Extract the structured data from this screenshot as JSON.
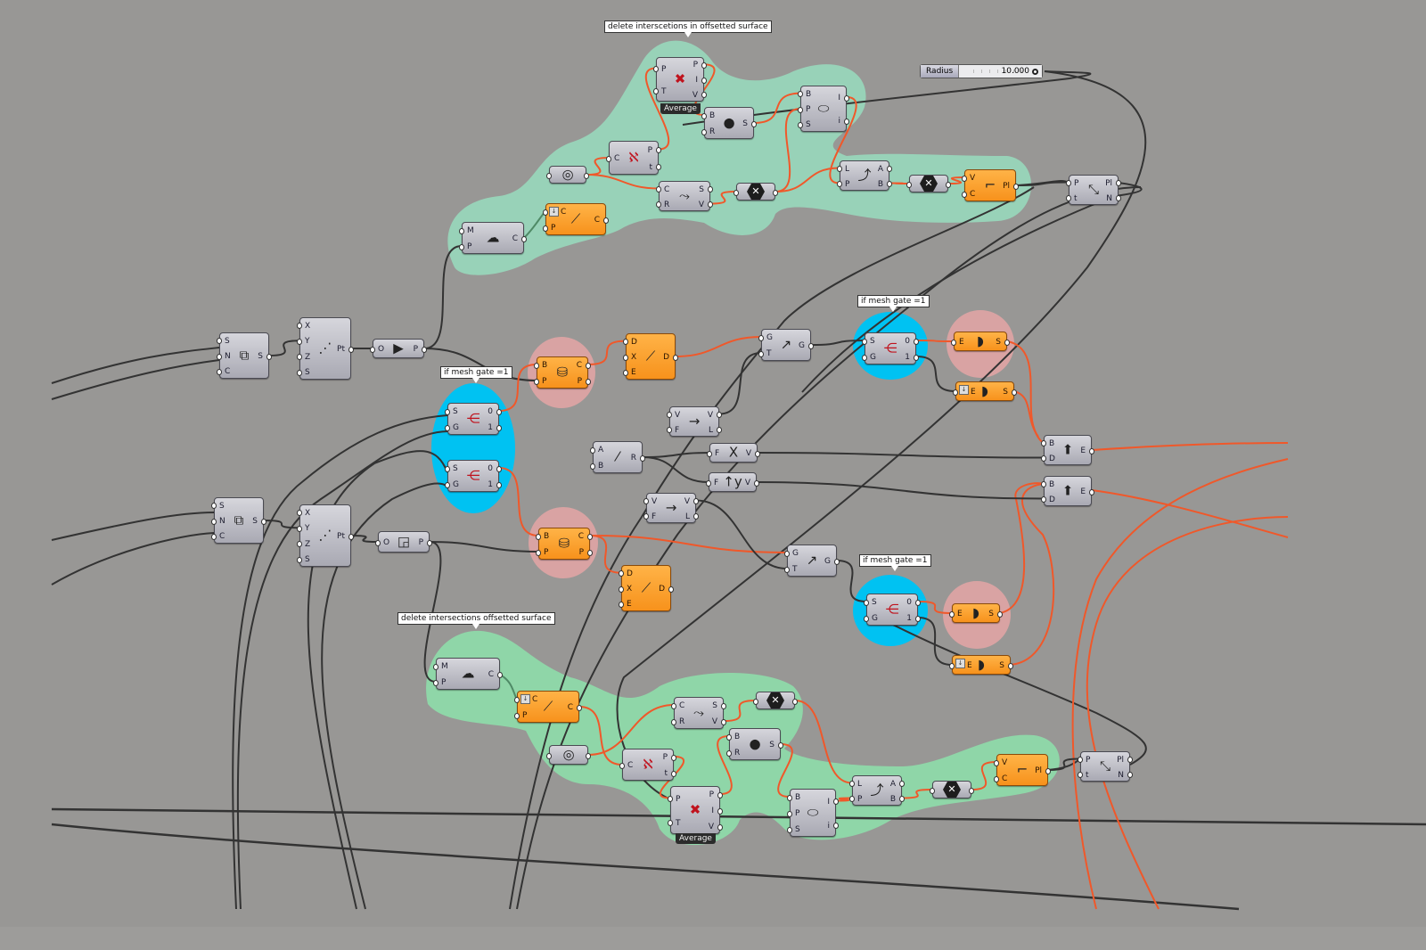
{
  "canvas": {
    "background": "#989795",
    "wire_dark": "#333333",
    "wire_selected": "#f0582a",
    "group_green": "#8fd6a8",
    "group_teal": "#98d2b8",
    "group_blue": "#00c2f2",
    "group_pink": "#d9a3a3"
  },
  "callouts": [
    {
      "id": "c1",
      "text": "delete interscetions in offsetted surface"
    },
    {
      "id": "c2",
      "text": "if mesh gate =1"
    },
    {
      "id": "c3",
      "text": "if mesh gate =1"
    },
    {
      "id": "c4",
      "text": "if mesh gate =1"
    },
    {
      "id": "c5",
      "text": "delete intersections offsetted surface"
    }
  ],
  "slider": {
    "label": "Radius",
    "value": "10.000"
  },
  "badges": {
    "top": "Average",
    "bottom": "Average"
  },
  "nodes": [
    {
      "id": "n_cull_top",
      "name": "cull-duplicates-component",
      "icon": "cull-points-icon",
      "glyph": "✖",
      "inputs": [
        "P",
        "T"
      ],
      "outputs": [
        "P",
        "I",
        "V"
      ]
    },
    {
      "id": "n_sphere_top",
      "name": "sphere-component",
      "icon": "sphere-icon",
      "glyph": "●",
      "inputs": [
        "B",
        "R"
      ],
      "outputs": [
        "S"
      ]
    },
    {
      "id": "n_pointin_top",
      "name": "point-in-brep-component",
      "icon": "point-in-brep-icon",
      "glyph": "⬭",
      "inputs": [
        "B",
        "P",
        "S"
      ],
      "outputs": [
        "I",
        "i"
      ]
    },
    {
      "id": "n_selfx_top",
      "name": "curve-self-intersection-component",
      "icon": "curve-self-x-icon",
      "glyph": "ℵ",
      "inputs": [
        "C"
      ],
      "outputs": [
        "P",
        "t"
      ]
    },
    {
      "id": "n_flatten_top",
      "name": "flatten-param",
      "icon": "flatten-icon",
      "glyph": "◎",
      "inputs": [],
      "outputs": []
    },
    {
      "id": "n_shatter_top",
      "name": "shatter-component",
      "icon": "shatter-icon",
      "glyph": "⤳",
      "inputs": [
        "C",
        "R"
      ],
      "outputs": [
        "S",
        "V"
      ]
    },
    {
      "id": "n_x_top",
      "name": "relay-x-param",
      "icon": "hexagon-x-icon",
      "glyph": "✕",
      "inputs": [],
      "outputs": []
    },
    {
      "id": "n_listitem_top",
      "name": "split-list-component",
      "icon": "split-list-icon",
      "glyph": "⤴",
      "inputs": [
        "L",
        "P"
      ],
      "outputs": [
        "A",
        "B"
      ]
    },
    {
      "id": "n_x2_top",
      "name": "relay-x-param",
      "icon": "hexagon-x-icon",
      "glyph": "✕",
      "inputs": [],
      "outputs": []
    },
    {
      "id": "n_polyline_top",
      "name": "polyline-component",
      "icon": "polyline-icon",
      "glyph": "⌐",
      "inputs": [
        "V",
        "C"
      ],
      "outputs": [
        "Pl"
      ]
    },
    {
      "id": "n_perp_top",
      "name": "perp-frame-component",
      "icon": "perp-frame-icon",
      "glyph": "⤡",
      "inputs": [
        "P",
        "t"
      ],
      "outputs": [
        "Pl",
        "N"
      ]
    },
    {
      "id": "n_meshx_top",
      "name": "mesh-plane-section-component",
      "icon": "mesh-section-icon",
      "glyph": "☁",
      "inputs": [
        "M",
        "P"
      ],
      "outputs": [
        "C"
      ]
    },
    {
      "id": "n_join_top",
      "name": "join-curves-component",
      "icon": "join-curves-icon",
      "glyph": "⟋",
      "inputs": [
        "C",
        "P"
      ],
      "outputs": [
        "C"
      ]
    },
    {
      "id": "n_series1",
      "name": "series-component",
      "icon": "series-icon",
      "glyph": "⧉",
      "inputs": [
        "S",
        "N",
        "C"
      ],
      "outputs": [
        "S"
      ]
    },
    {
      "id": "n_pt1",
      "name": "construct-point-component",
      "icon": "xyz-point-icon",
      "glyph": "⋰",
      "inputs": [
        "X",
        "Y",
        "Z",
        "S"
      ],
      "outputs": [
        "Pt"
      ]
    },
    {
      "id": "n_yz",
      "name": "yz-plane-component",
      "icon": "yz-plane-icon",
      "glyph": "▶",
      "inputs": [
        "O"
      ],
      "outputs": [
        "P"
      ]
    },
    {
      "id": "n_gate1",
      "name": "dispatch-component",
      "icon": "dispatch-icon",
      "glyph": "⋲",
      "inputs": [
        "S",
        "G"
      ],
      "outputs": [
        "0",
        "1"
      ]
    },
    {
      "id": "n_gate2",
      "name": "dispatch-component",
      "icon": "dispatch-icon",
      "glyph": "⋲",
      "inputs": [
        "S",
        "G"
      ],
      "outputs": [
        "0",
        "1"
      ]
    },
    {
      "id": "n_bsec1",
      "name": "brep-plane-section-component",
      "icon": "brep-section-icon",
      "glyph": "⛁",
      "inputs": [
        "B",
        "P"
      ],
      "outputs": [
        "C",
        "P"
      ]
    },
    {
      "id": "n_divide1",
      "name": "divide-distance-component",
      "icon": "saw-icon",
      "glyph": "⟋",
      "inputs": [
        "D",
        "X",
        "E"
      ],
      "outputs": [
        "D"
      ]
    },
    {
      "id": "n_move1",
      "name": "move-component",
      "icon": "move-icon",
      "glyph": "↗",
      "inputs": [
        "G",
        "T"
      ],
      "outputs": [
        "G"
      ]
    },
    {
      "id": "n_gate3",
      "name": "dispatch-component",
      "icon": "dispatch-icon",
      "glyph": "⋲",
      "inputs": [
        "S",
        "G"
      ],
      "outputs": [
        "0",
        "1"
      ]
    },
    {
      "id": "n_loft1",
      "name": "edge-surface-component",
      "icon": "edge-surface-icon",
      "glyph": "◗",
      "inputs": [
        "E"
      ],
      "outputs": [
        "S"
      ]
    },
    {
      "id": "n_loft2",
      "name": "edge-surface-component",
      "icon": "edge-surface-icon",
      "glyph": "◗",
      "inputs": [
        "E"
      ],
      "outputs": [
        "S"
      ]
    },
    {
      "id": "n_amp1",
      "name": "amplitude-component",
      "icon": "vector-amplitude-icon",
      "glyph": "→",
      "inputs": [
        "V",
        "F"
      ],
      "outputs": [
        "V",
        "L"
      ]
    },
    {
      "id": "n_div",
      "name": "division-component",
      "icon": "division-icon",
      "glyph": "⁄",
      "inputs": [
        "A",
        "B"
      ],
      "outputs": [
        "R"
      ]
    },
    {
      "id": "n_unitx",
      "name": "unit-x-component",
      "icon": "unit-x-icon",
      "glyph": "X",
      "inputs": [
        "F"
      ],
      "outputs": [
        "V"
      ]
    },
    {
      "id": "n_unity",
      "name": "unit-y-component",
      "icon": "unit-y-icon",
      "glyph": "↑y",
      "inputs": [
        "F"
      ],
      "outputs": [
        "V"
      ]
    },
    {
      "id": "n_amp2",
      "name": "amplitude-component",
      "icon": "vector-amplitude-icon",
      "glyph": "→",
      "inputs": [
        "V",
        "F"
      ],
      "outputs": [
        "V",
        "L"
      ]
    },
    {
      "id": "n_extr1",
      "name": "extrude-component",
      "icon": "extrude-icon",
      "glyph": "⬆",
      "inputs": [
        "B",
        "D"
      ],
      "outputs": [
        "E"
      ]
    },
    {
      "id": "n_extr2",
      "name": "extrude-component",
      "icon": "extrude-icon",
      "glyph": "⬆",
      "inputs": [
        "B",
        "D"
      ],
      "outputs": [
        "E"
      ]
    },
    {
      "id": "n_series2",
      "name": "series-component",
      "icon": "series-icon",
      "glyph": "⧉",
      "inputs": [
        "S",
        "N",
        "C"
      ],
      "outputs": [
        "S"
      ]
    },
    {
      "id": "n_pt2",
      "name": "construct-point-component",
      "icon": "xyz-point-icon",
      "glyph": "⋰",
      "inputs": [
        "X",
        "Y",
        "Z",
        "S"
      ],
      "outputs": [
        "Pt"
      ]
    },
    {
      "id": "n_xz",
      "name": "xz-plane-component",
      "icon": "xz-plane-icon",
      "glyph": "◲",
      "inputs": [
        "O"
      ],
      "outputs": [
        "P"
      ]
    },
    {
      "id": "n_bsec2",
      "name": "brep-plane-section-component",
      "icon": "brep-section-icon",
      "glyph": "⛁",
      "inputs": [
        "B",
        "P"
      ],
      "outputs": [
        "C",
        "P"
      ]
    },
    {
      "id": "n_divide2",
      "name": "divide-distance-component",
      "icon": "saw-icon",
      "glyph": "⟋",
      "inputs": [
        "D",
        "X",
        "E"
      ],
      "outputs": [
        "D"
      ]
    },
    {
      "id": "n_move2",
      "name": "move-component",
      "icon": "move-icon",
      "glyph": "↗",
      "inputs": [
        "G",
        "T"
      ],
      "outputs": [
        "G"
      ]
    },
    {
      "id": "n_gate4",
      "name": "dispatch-component",
      "icon": "dispatch-icon",
      "glyph": "⋲",
      "inputs": [
        "S",
        "G"
      ],
      "outputs": [
        "0",
        "1"
      ]
    },
    {
      "id": "n_loft3",
      "name": "edge-surface-component",
      "icon": "edge-surface-icon",
      "glyph": "◗",
      "inputs": [
        "E"
      ],
      "outputs": [
        "S"
      ]
    },
    {
      "id": "n_loft4",
      "name": "edge-surface-component",
      "icon": "edge-surface-icon",
      "glyph": "◗",
      "inputs": [
        "E"
      ],
      "outputs": [
        "S"
      ]
    },
    {
      "id": "n_meshx_bot",
      "name": "mesh-plane-section-component",
      "icon": "mesh-section-icon",
      "glyph": "☁",
      "inputs": [
        "M",
        "P"
      ],
      "outputs": [
        "C"
      ]
    },
    {
      "id": "n_join_bot",
      "name": "join-curves-component",
      "icon": "join-curves-icon",
      "glyph": "⟋",
      "inputs": [
        "C",
        "P"
      ],
      "outputs": [
        "C"
      ]
    },
    {
      "id": "n_flatten_bot",
      "name": "flatten-param",
      "icon": "flatten-icon",
      "glyph": "◎",
      "inputs": [],
      "outputs": []
    },
    {
      "id": "n_selfx_bot",
      "name": "curve-self-intersection-component",
      "icon": "curve-self-x-icon",
      "glyph": "ℵ",
      "inputs": [
        "C"
      ],
      "outputs": [
        "P",
        "t"
      ]
    },
    {
      "id": "n_shatter_bot",
      "name": "shatter-component",
      "icon": "shatter-icon",
      "glyph": "⤳",
      "inputs": [
        "C",
        "R"
      ],
      "outputs": [
        "S",
        "V"
      ]
    },
    {
      "id": "n_x_bot",
      "name": "relay-x-param",
      "icon": "hexagon-x-icon",
      "glyph": "✕",
      "inputs": [],
      "outputs": []
    },
    {
      "id": "n_sphere_bot",
      "name": "sphere-component",
      "icon": "sphere-icon",
      "glyph": "●",
      "inputs": [
        "B",
        "R"
      ],
      "outputs": [
        "S"
      ]
    },
    {
      "id": "n_cull_bot",
      "name": "cull-duplicates-component",
      "icon": "cull-points-icon",
      "glyph": "✖",
      "inputs": [
        "P",
        "T"
      ],
      "outputs": [
        "P",
        "I",
        "V"
      ]
    },
    {
      "id": "n_pointin_bot",
      "name": "point-in-brep-component",
      "icon": "point-in-brep-icon",
      "glyph": "⬭",
      "inputs": [
        "B",
        "P",
        "S"
      ],
      "outputs": [
        "I",
        "i"
      ]
    },
    {
      "id": "n_listitem_bot",
      "name": "split-list-component",
      "icon": "split-list-icon",
      "glyph": "⤴",
      "inputs": [
        "L",
        "P"
      ],
      "outputs": [
        "A",
        "B"
      ]
    },
    {
      "id": "n_x2_bot",
      "name": "relay-x-param",
      "icon": "hexagon-x-icon",
      "glyph": "✕",
      "inputs": [],
      "outputs": []
    },
    {
      "id": "n_polyline_bot",
      "name": "polyline-component",
      "icon": "polyline-icon",
      "glyph": "⌐",
      "inputs": [
        "V",
        "C"
      ],
      "outputs": [
        "Pl"
      ]
    },
    {
      "id": "n_perp_bot",
      "name": "perp-frame-component",
      "icon": "perp-frame-icon",
      "glyph": "⤡",
      "inputs": [
        "P",
        "t"
      ],
      "outputs": [
        "Pl",
        "N"
      ]
    }
  ]
}
